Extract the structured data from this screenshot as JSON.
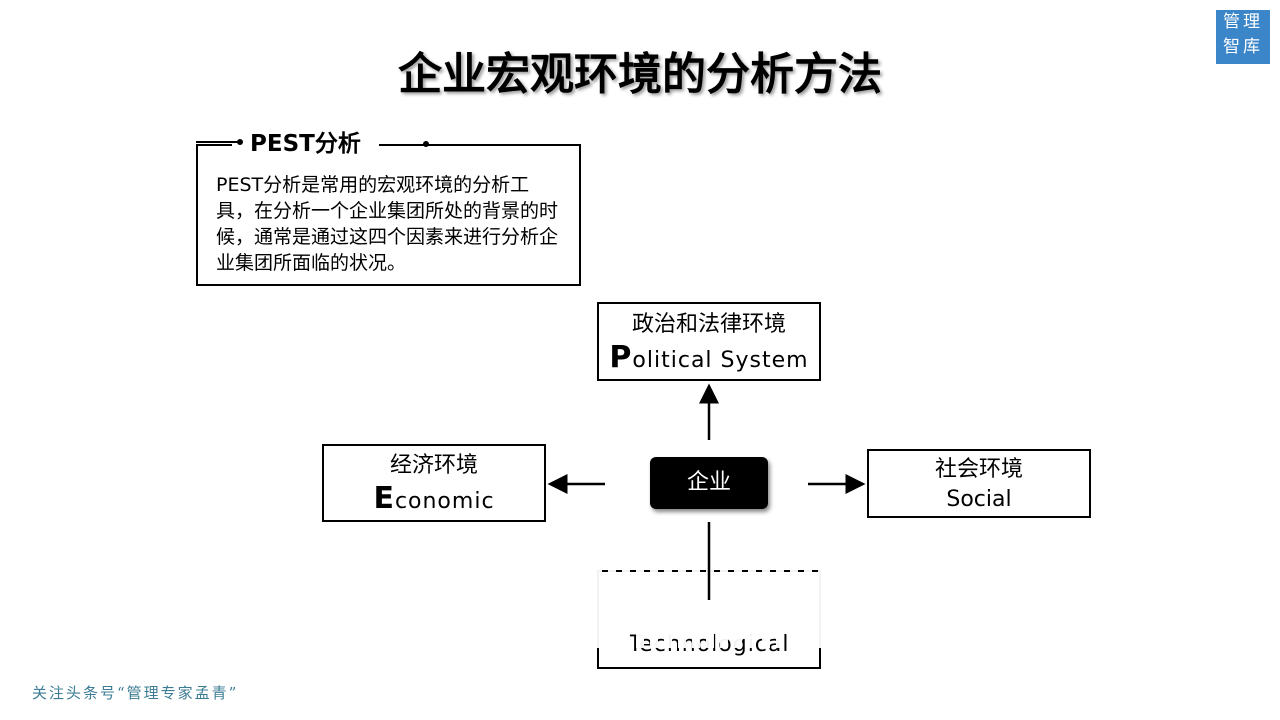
{
  "title": "企业宏观环境的分析方法",
  "logo": {
    "line1": "管理",
    "line2": "智库"
  },
  "pest": {
    "heading": "PEST分析",
    "body": "PEST分析是常用的宏观环境的分析工具，在分析一个企业集团所处的背景的时候，通常是通过这四个因素来进行分析企业集团所面临的状况。"
  },
  "center": "企业",
  "political": {
    "cn": "政治和法律环境",
    "initial": "P",
    "rest": "olitical System"
  },
  "economic": {
    "cn": "经济环境",
    "initial": "E",
    "rest": "conomic"
  },
  "social": {
    "cn": "社会环境",
    "en": "Social"
  },
  "technological": {
    "en": "Technological"
  },
  "footer": "关注头条号“管理专家孟青”"
}
